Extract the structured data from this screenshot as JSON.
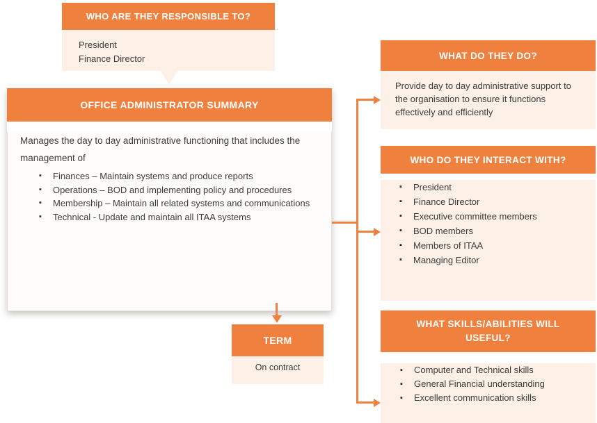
{
  "colors": {
    "orange": "#F0803E",
    "peach": "#FDF0E6",
    "card_bg": "#FFFDFB",
    "text": "#3B3B3B"
  },
  "responsible_box": {
    "title": "WHO ARE THEY RESPONSIBLE TO?",
    "items": [
      "President",
      "Finance Director"
    ]
  },
  "summary_box": {
    "title": "OFFICE ADMINISTRATOR SUMMARY",
    "intro": "Manages the day to day administrative functioning that includes the management of",
    "bullets": [
      "Finances – Maintain systems and produce reports",
      "Operations – BOD and implementing policy and procedures",
      "Membership – Maintain all related systems and communications",
      "Technical - Update and maintain all ITAA systems"
    ]
  },
  "what_do_box": {
    "title": "WHAT DO THEY DO?",
    "text": "Provide day to day administrative support to the organisation to ensure it functions effectively and efficiently"
  },
  "interact_box": {
    "title": "WHO DO THEY INTERACT WITH?",
    "bullets": [
      "President",
      "Finance Director",
      "Executive committee members",
      "BOD members",
      "Members of ITAA",
      "Managing Editor"
    ]
  },
  "skills_box": {
    "title": "WHAT SKILLS/ABILITIES WILL USEFUL?",
    "bullets": [
      "Computer and Technical skills",
      "General Financial understanding",
      "Excellent communication skills"
    ]
  },
  "term_box": {
    "title": "TERM",
    "text": "On contract"
  }
}
